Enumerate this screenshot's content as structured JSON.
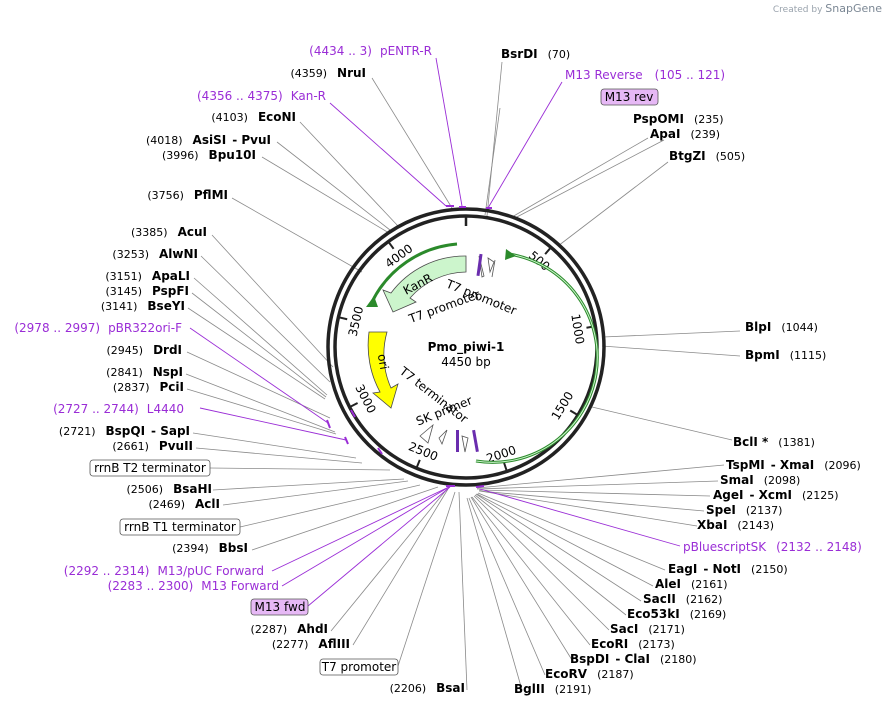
{
  "branding": {
    "created_by": "Created by",
    "product": "SnapGene"
  },
  "plasmid": {
    "name": "Pmo_piwi-1",
    "length": "4450 bp",
    "total_bp": 4450
  },
  "scale_ticks": [
    "500",
    "1000",
    "1500",
    "2000",
    "2500",
    "3000",
    "3500",
    "4000"
  ],
  "inner_labels": {
    "kanr": "KanR",
    "t7_promoter_a": "T7 promoter",
    "t7_promoter_b": "T7 promoter",
    "ori": "ori",
    "t7_terminator": "T7 terminator",
    "sk_primer": "SK primer"
  },
  "right_sites": [
    {
      "name": "BsrDI",
      "pos": "(70)"
    },
    {
      "name": "PspOMI",
      "pos": "(235)"
    },
    {
      "name": "ApaI",
      "pos": "(239)"
    },
    {
      "name": "BtgZI",
      "pos": "(505)"
    },
    {
      "name": "BlpI",
      "pos": "(1044)"
    },
    {
      "name": "BpmI",
      "pos": "(1115)"
    },
    {
      "name": "BclI *",
      "pos": "(1381)"
    },
    {
      "name": "TspMI",
      "name2": "XmaI",
      "pos": "(2096)"
    },
    {
      "name": "SmaI",
      "pos": "(2098)"
    },
    {
      "name": "AgeI",
      "name2": "XcmI",
      "pos": "(2125)"
    },
    {
      "name": "SpeI",
      "pos": "(2137)"
    },
    {
      "name": "XbaI",
      "pos": "(2143)"
    },
    {
      "name": "EagI",
      "name2": "NotI",
      "pos": "(2150)"
    },
    {
      "name": "AleI",
      "pos": "(2161)"
    },
    {
      "name": "SacII",
      "pos": "(2162)"
    },
    {
      "name": "Eco53kI",
      "pos": "(2169)"
    },
    {
      "name": "SacI",
      "pos": "(2171)"
    },
    {
      "name": "EcoRI",
      "pos": "(2173)"
    },
    {
      "name": "BspDI",
      "name2": "ClaI",
      "pos": "(2180)"
    },
    {
      "name": "EcoRV",
      "pos": "(2187)"
    },
    {
      "name": "BglII",
      "pos": "(2191)"
    }
  ],
  "left_sites": [
    {
      "name": "NruI",
      "pos": "(4359)"
    },
    {
      "name": "EcoNI",
      "pos": "(4103)"
    },
    {
      "name": "AsiSI",
      "name2": "PvuI",
      "pos": "(4018)"
    },
    {
      "name": "Bpu10I",
      "pos": "(3996)"
    },
    {
      "name": "PflMI",
      "pos": "(3756)"
    },
    {
      "name": "AcuI",
      "pos": "(3385)"
    },
    {
      "name": "AlwNI",
      "pos": "(3253)"
    },
    {
      "name": "ApaLI",
      "pos": "(3151)"
    },
    {
      "name": "PspFI",
      "pos": "(3145)"
    },
    {
      "name": "BseYI",
      "pos": "(3141)"
    },
    {
      "name": "DrdI",
      "pos": "(2945)"
    },
    {
      "name": "NspI",
      "pos": "(2841)"
    },
    {
      "name": "PciI",
      "pos": "(2837)"
    },
    {
      "name": "BspQI",
      "name2": "SapI",
      "pos": "(2721)"
    },
    {
      "name": "PvuII",
      "pos": "(2661)"
    },
    {
      "name": "BsaHI",
      "pos": "(2506)"
    },
    {
      "name": "AclI",
      "pos": "(2469)"
    },
    {
      "name": "BbsI",
      "pos": "(2394)"
    },
    {
      "name": "AhdI",
      "pos": "(2287)"
    },
    {
      "name": "AflIII",
      "pos": "(2277)"
    },
    {
      "name": "BsaI",
      "pos": "(2206)"
    }
  ],
  "primers": [
    {
      "range": "(4434 .. 3)",
      "name": "pENTR-R"
    },
    {
      "name": "M13 Reverse",
      "range": "(105 .. 121)"
    },
    {
      "range": "(4356 .. 4375)",
      "name": "Kan-R"
    },
    {
      "range": "(2978 .. 2997)",
      "name": "pBR322ori-F"
    },
    {
      "range": "(2727 .. 2744)",
      "name": "L4440"
    },
    {
      "name": "pBluescriptSK",
      "range": "(2132 .. 2148)"
    },
    {
      "range": "(2292 .. 2314)",
      "name": "M13/pUC Forward"
    },
    {
      "range": "(2283 .. 2300)",
      "name": "M13 Forward"
    }
  ],
  "boxed_features": {
    "m13_rev": "M13 rev",
    "rrnb_t2": "rrnB T2 terminator",
    "rrnb_t1": "rrnB T1 terminator",
    "m13_fwd": "M13 fwd",
    "t7_promoter": "T7 promoter"
  },
  "colors": {
    "backbone": "#222222",
    "purple": "#9a2dd6",
    "kanr_fill": "#ccf5cc",
    "ori_fill": "#ffff00",
    "green_arc": "#2b8a2b",
    "box_purple_fill": "#e6b8f5"
  }
}
